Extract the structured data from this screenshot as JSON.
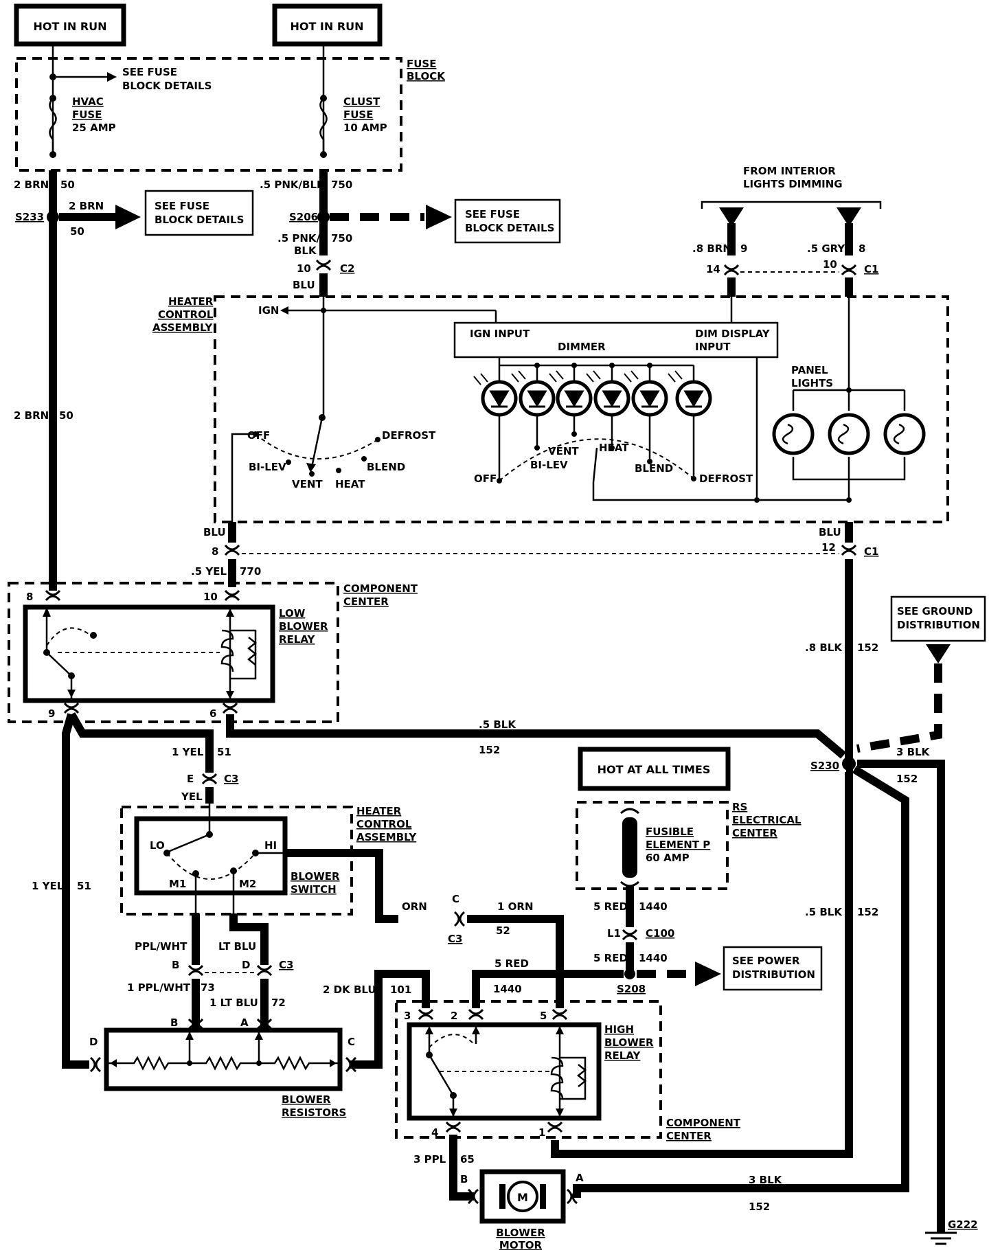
{
  "hot_in_run_1": "HOT IN RUN",
  "hot_in_run_2": "HOT IN RUN",
  "hot_at_all_times": "HOT AT ALL TIMES",
  "fuse_block": {
    "l1": "FUSE",
    "l2": "BLOCK"
  },
  "see_fuse_block_details_top": {
    "l1": "SEE FUSE",
    "l2": "BLOCK DETAILS"
  },
  "hvac_fuse": {
    "l1": "HVAC",
    "l2": "FUSE",
    "l3": "25 AMP"
  },
  "clust_fuse": {
    "l1": "CLUST",
    "l2": "FUSE",
    "l3": "10 AMP"
  },
  "wire_2brn": "2 BRN",
  "circuit_50": "50",
  "wire_5pnkblk": ".5 PNK/BLK",
  "circuit_750": "750",
  "splice_s233": "S233",
  "splice_s206": "S206",
  "splice_s230": "S230",
  "splice_s208": "S208",
  "see_fuse_box_1": {
    "l1": "SEE FUSE",
    "l2": "BLOCK DETAILS"
  },
  "see_fuse_box_2": {
    "l1": "SEE FUSE",
    "l2": "BLOCK DETAILS"
  },
  "wire_5pnk_split": {
    "l1": ".5 PNK/",
    "l2": "BLK"
  },
  "pin_10": "10",
  "conn_c2": "C2",
  "wire_blu": "BLU",
  "from_interior": {
    "l1": "FROM INTERIOR",
    "l2": "LIGHTS DIMMING"
  },
  "wire_8brn": ".8 BRN",
  "circuit_9": "9",
  "pin_14": "14",
  "wire_5gry": ".5 GRY",
  "circuit_8": "8",
  "conn_c1": "C1",
  "heater_control_assembly": {
    "l1": "HEATER",
    "l2": "CONTROL",
    "l3": "ASSEMBLY"
  },
  "ign": "IGN",
  "ign_input": "IGN INPUT",
  "dimmer": "DIMMER",
  "dim_display_input": {
    "l1": "DIM DISPLAY",
    "l2": "INPUT"
  },
  "panel_lights": {
    "l1": "PANEL",
    "l2": "LIGHTS"
  },
  "modes": {
    "off": "OFF",
    "bilev": "BI-LEV",
    "vent": "VENT",
    "heat": "HEAT",
    "blend": "BLEND",
    "defrost": "DEFROST"
  },
  "pin_8": "8",
  "pin_12": "12",
  "wire_5yel": ".5 YEL",
  "circuit_770": "770",
  "component_center": {
    "l1": "COMPONENT",
    "l2": "CENTER"
  },
  "low_blower_relay": {
    "l1": "LOW",
    "l2": "BLOWER",
    "l3": "RELAY"
  },
  "pin_9": "9",
  "pin_6": "6",
  "see_ground_distribution": {
    "l1": "SEE GROUND",
    "l2": "DISTRIBUTION"
  },
  "wire_8blk": ".8 BLK",
  "circuit_152": "152",
  "wire_5blk": ".5 BLK",
  "wire_3blk": "3 BLK",
  "wire_1yel": "1 YEL",
  "circuit_51": "51",
  "pin_e": "E",
  "conn_c3": "C3",
  "wire_yel": "YEL",
  "heater_control_assembly_2": {
    "l1": "HEATER",
    "l2": "CONTROL",
    "l3": "ASSEMBLY"
  },
  "sw_lo": "LO",
  "sw_hi": "HI",
  "sw_m1": "M1",
  "sw_m2": "M2",
  "blower_switch": {
    "l1": "BLOWER",
    "l2": "SWITCH"
  },
  "rs_electrical_center": {
    "l1": "RS",
    "l2": "ELECTRICAL",
    "l3": "CENTER"
  },
  "fusible_element": {
    "l1": "FUSIBLE",
    "l2": "ELEMENT P",
    "l3": "60 AMP"
  },
  "wire_5red": "5 RED",
  "circuit_1440": "1440",
  "pin_l1": "L1",
  "conn_c100": "C100",
  "see_power_distribution": {
    "l1": "SEE POWER",
    "l2": "DISTRIBUTION"
  },
  "wire_orn": "ORN",
  "pin_c": "C",
  "wire_1orn": "1 ORN",
  "circuit_52": "52",
  "wire_pplwht": "PPL/WHT",
  "pin_b": "B",
  "wire_ltblu": "LT BLU",
  "pin_d": "D",
  "wire_1pplwht": "1 PPL/WHT",
  "circuit_73": "73",
  "wire_1ltblu": "1 LT BLU",
  "circuit_72": "72",
  "wire_2dkblu": "2 DK BLU",
  "circuit_101": "101",
  "pin_3": "3",
  "pin_2": "2",
  "pin_5": "5",
  "pin_a": "A",
  "blower_resistors": {
    "l1": "BLOWER",
    "l2": "RESISTORS"
  },
  "high_blower_relay": {
    "l1": "HIGH",
    "l2": "BLOWER",
    "l3": "RELAY"
  },
  "component_center_2": {
    "l1": "COMPONENT",
    "l2": "CENTER"
  },
  "pin_4": "4",
  "pin_1": "1",
  "wire_3ppl": "3 PPL",
  "circuit_65": "65",
  "motor_m": "M",
  "blower_motor": {
    "l1": "BLOWER",
    "l2": "MOTOR"
  },
  "ground_g222": "G222"
}
